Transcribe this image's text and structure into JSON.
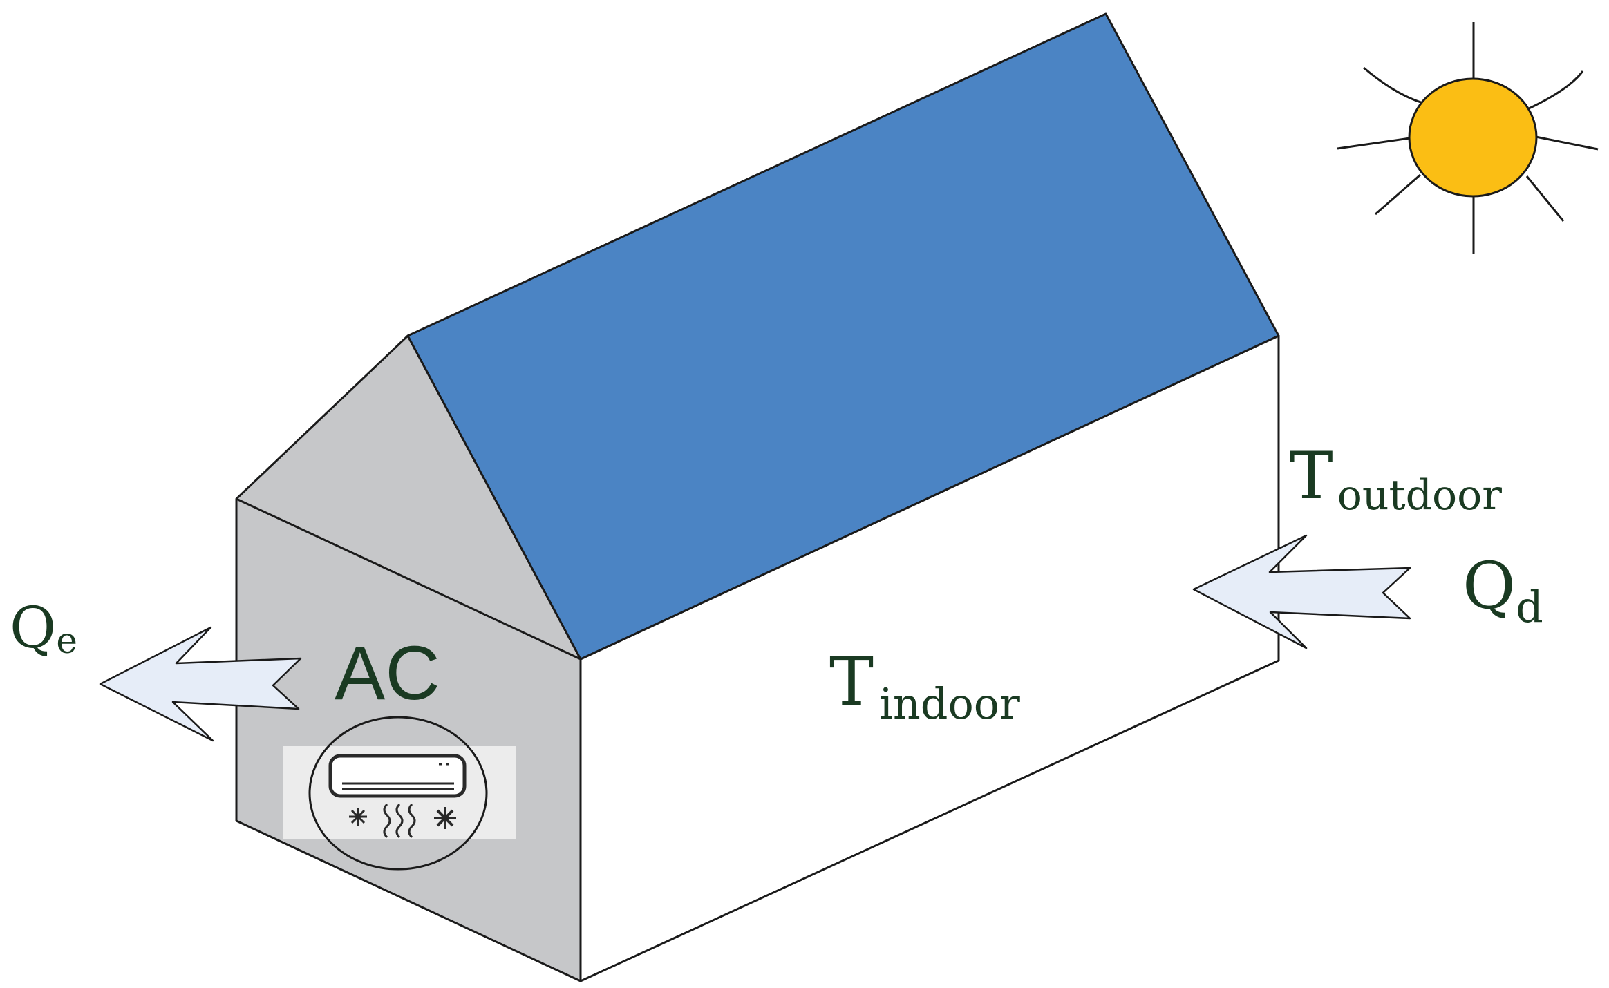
{
  "labels": {
    "q_e": {
      "main": "Q",
      "sub": "e"
    },
    "ac": "AC",
    "t_indoor": {
      "main": "T",
      "sub": "indoor"
    },
    "t_outdoor": {
      "main": "T",
      "sub": "outdoor"
    },
    "q_d": {
      "main": "Q",
      "sub": "d"
    }
  },
  "colors": {
    "roof": "#4b84c4",
    "gable_wall": "#c6c7c9",
    "side_wall": "#ffffff",
    "outline": "#1a1a1a",
    "sun": "#fbbe14",
    "arrow_fill": "#e6edf8",
    "label_text": "#1a3a22",
    "ac_panel": "#ececec"
  },
  "icons": {
    "sun": "sun-icon",
    "air_conditioner": "air-conditioner-icon",
    "heat_out_arrow": "left-arrow-icon",
    "heat_in_arrow": "left-arrow-icon"
  }
}
